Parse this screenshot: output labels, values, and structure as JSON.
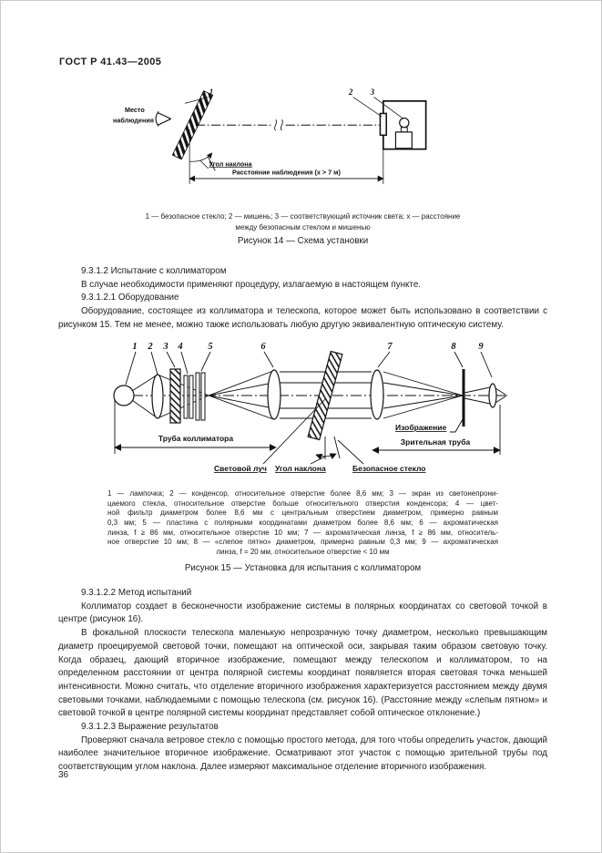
{
  "doc": {
    "header": "ГОСТ Р 41.43—2005",
    "page_number": "36"
  },
  "fig14": {
    "callout_1": "1",
    "callout_2": "2",
    "callout_3": "3",
    "observation_place_line1": "Место",
    "observation_place_line2": "наблюдения",
    "tilt_angle": "Угол наклона",
    "distance": "Расстояние наблюдения (x > 7 м)",
    "caption_1": "1 — безопасное стекло; 2 — мишень; 3 — соответствующий источник света; x — расстояние",
    "caption_2": "между безопасным стеклом и мишенью",
    "title": "Рисунок 14 — Схема установки"
  },
  "sec1": {
    "h1": "9.3.1.2 Испытание с коллиматором",
    "p1": "В случае необходимости применяют процедуру, излагаемую в настоящем пункте.",
    "h2": "9.3.1.2.1 Оборудование",
    "p2": "Оборудование, состоящее из коллиматора и телескопа, которое может быть использовано в соответствии с рисунком 15. Тем не менее, можно также использовать любую другую эквивалентную оптическую систему."
  },
  "fig15": {
    "n1": "1",
    "n2": "2",
    "n3": "3",
    "n4": "4",
    "n5": "5",
    "n6": "6",
    "n7": "7",
    "n8": "8",
    "n9": "9",
    "collimator_tube": "Труба коллиматора",
    "image_label": "Изображение",
    "telescope_tube": "Зрительная труба",
    "light_beam": "Световой луч",
    "tilt_angle": "Угол наклона",
    "safety_glass": "Безопасное стекло",
    "caption_lines": [
      "1 — лампочка; 2 — конденсор, относительное отверстие более 8,6 мм; 3 — экран из светонепрони-",
      "цаемого стекла, относительное отверстие больше относительного отверстия конденсора; 4 — цвет-",
      "ной фильтр диаметром более 8,6 мм с центральным отверстием диаметром, примерно равным",
      "0,3 мм; 5 — пластина с полярными координатами диаметром более 8,6 мм; 6 — ахроматическая",
      "линза, f ≥ 86 мм, относительное отверстие 10 мм; 7 — ахроматическая линза, f ≥ 86 мм, относитель-",
      "ное отверстие 10 мм; 8 — «слепое пятно» диаметром, примерно равным 0,3 мм; 9 — ахроматическая",
      "линза, f = 20 мм, относительное отверстие < 10 мм"
    ],
    "title": "Рисунок 15 — Установка для испытания с коллиматором"
  },
  "sec2": {
    "h1": "9.3.1.2.2 Метод испытаний",
    "p1": "Коллиматор создает в бесконечности изображение системы в полярных координатах со световой точкой в центре (рисунок 16).",
    "p2": "В фокальной плоскости телескопа маленькую непрозрачную точку диаметром, несколько превышающим диаметр проецируемой световой точки, помещают на оптической оси, закрывая таким образом световую точку. Когда образец, дающий вторичное изображение, помещают между телескопом и коллиматором, то на определенном расстоянии от центра полярной системы координат появляется вторая световая точка меньшей интенсивности. Можно считать, что отделение вторичного изображения характеризуется расстоянием между двумя световыми точками, наблюдаемыми с помощью телескопа (см. рисунок 16). (Расстояние между «слепым пятном» и световой точкой в центре полярной системы координат представляет собой оптическое отклонение.)",
    "h2": "9.3.1.2.3 Выражение результатов",
    "p3": "Проверяют сначала ветровое стекло с помощью простого метода, для того чтобы определить участок, дающий наиболее значительное вторичное изображение. Осматривают этот участок с помощью зрительной трубы под соответствующим углом наклона. Далее измеряют максимальное отделение вторичного изображения."
  }
}
